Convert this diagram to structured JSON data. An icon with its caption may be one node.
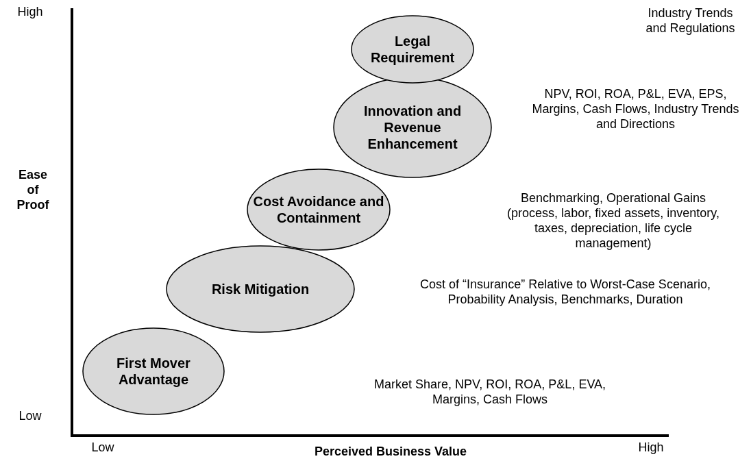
{
  "diagram": {
    "nodes": [
      {
        "text": [
          "Legal Requirement"
        ]
      },
      {
        "text": [
          "Innovation and Revenue Enhancement"
        ]
      },
      {
        "text": [
          "Cost Avoidance and Containment"
        ]
      },
      {
        "text": [
          "Risk Mitigation"
        ]
      },
      {
        "text": [
          "First Mover Advantage"
        ]
      }
    ],
    "edges": [],
    "labels": [
      "High",
      "Industry Trends and Regulations",
      "NPV, ROI, ROA, P&L, EVA, EPS, Margins, Cash Flows, Industry Trends and Directions",
      "Ease of Proof",
      "Benchmarking, Operational Gains (process, labor, fixed assets, inventory, taxes, depreciation, life cycle management)",
      "Cost of “Insurance” Relative to Worst-Case Scenario, Probability Analysis, Benchmarks, Duration",
      "Market Share, NPV, ROI, ROA, P&L, EVA, Margins, Cash Flows",
      "Low",
      "Low",
      "Perceived Business Value",
      "High"
    ]
  }
}
